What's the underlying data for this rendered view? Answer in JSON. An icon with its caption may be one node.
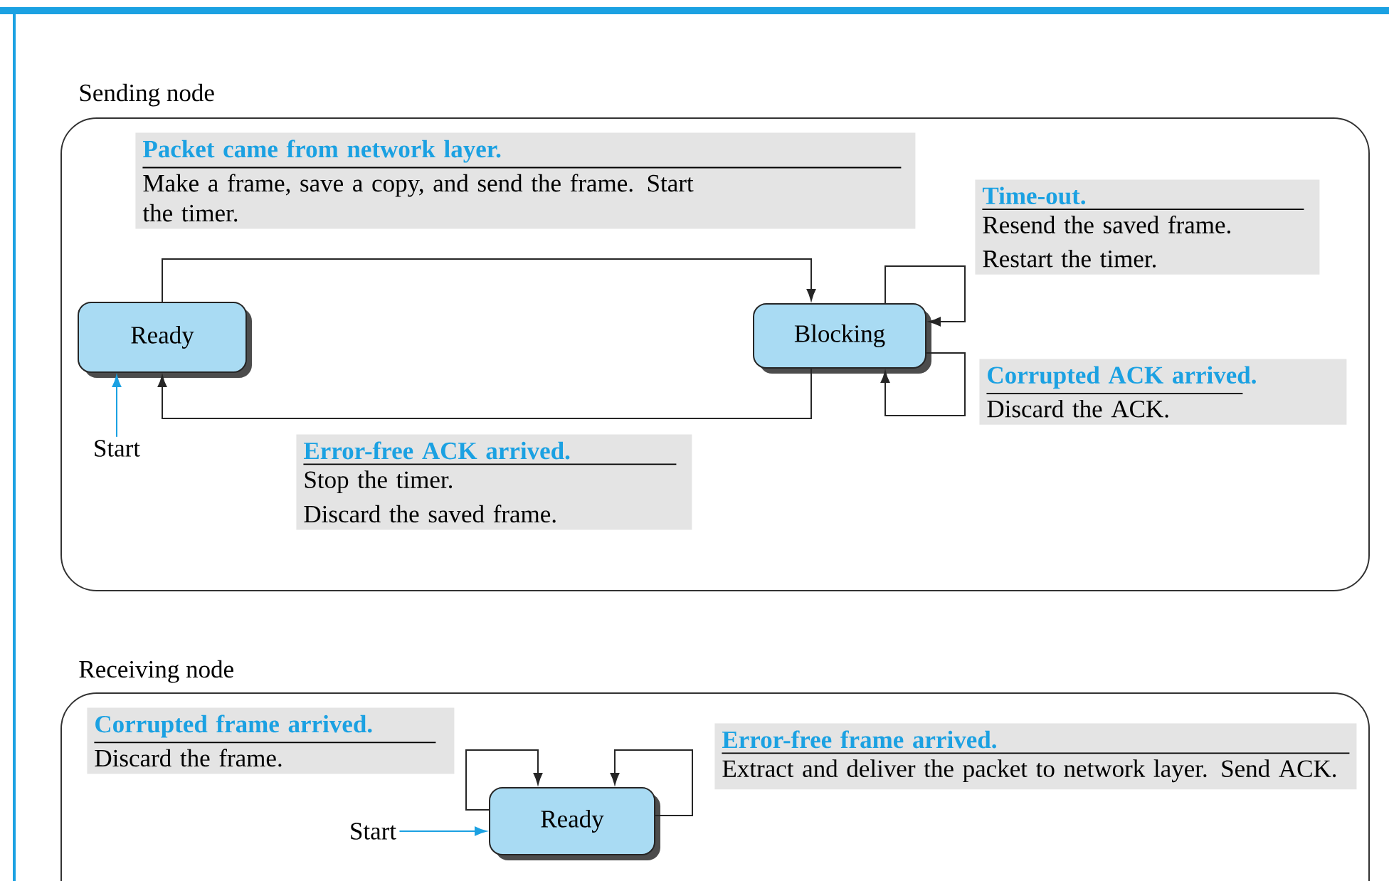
{
  "diagram": {
    "nodes": [
      {
        "text": [
          "Sending node"
        ]
      },
      {
        "text": [
          "Ready"
        ],
        "in": 0
      },
      {
        "text": [
          "Blocking"
        ],
        "in": 0
      },
      {
        "text": [
          "Start"
        ],
        "in": 0
      },
      {
        "text": [
          "Receiving node"
        ]
      },
      {
        "text": [
          "Ready"
        ],
        "in": 4
      },
      {
        "text": [
          "Start"
        ],
        "in": 4
      },
      {
        "text": [
          "Packet came from network layer.",
          "Make a frame, save a copy, and send the frame. Start the timer."
        ],
        "in": 0
      },
      {
        "text": [
          "Time-out.",
          "Resend the saved frame.",
          "Restart the timer."
        ],
        "in": 0
      },
      {
        "text": [
          "Corrupted ACK arrived.",
          "Discard the ACK."
        ],
        "in": 0
      },
      {
        "text": [
          "Error-free ACK arrived.",
          "Stop the timer.",
          "Discard the saved frame."
        ],
        "in": 0
      },
      {
        "text": [
          "Corrupted frame arrived.",
          "Discard the frame."
        ],
        "in": 4
      },
      {
        "text": [
          "Error-free frame arrived.",
          "Extract and deliver the packet to network layer. Send ACK."
        ],
        "in": 4
      }
    ],
    "edges": [
      {
        "from": 1,
        "to": 2,
        "arrow": "to"
      },
      {
        "from": 2,
        "to": 1,
        "arrow": "to"
      },
      {
        "from": 2,
        "to": 2,
        "arrow": "to"
      },
      {
        "from": 2,
        "to": 2,
        "arrow": "to"
      },
      {
        "from": 3,
        "to": 1,
        "arrow": "to",
        "color": "#1ba1e2"
      },
      {
        "from": 5,
        "to": 5,
        "arrow": "to"
      },
      {
        "from": 5,
        "to": 5,
        "arrow": "to"
      },
      {
        "from": 6,
        "to": 5,
        "arrow": "to",
        "color": "#1ba1e2"
      }
    ]
  }
}
